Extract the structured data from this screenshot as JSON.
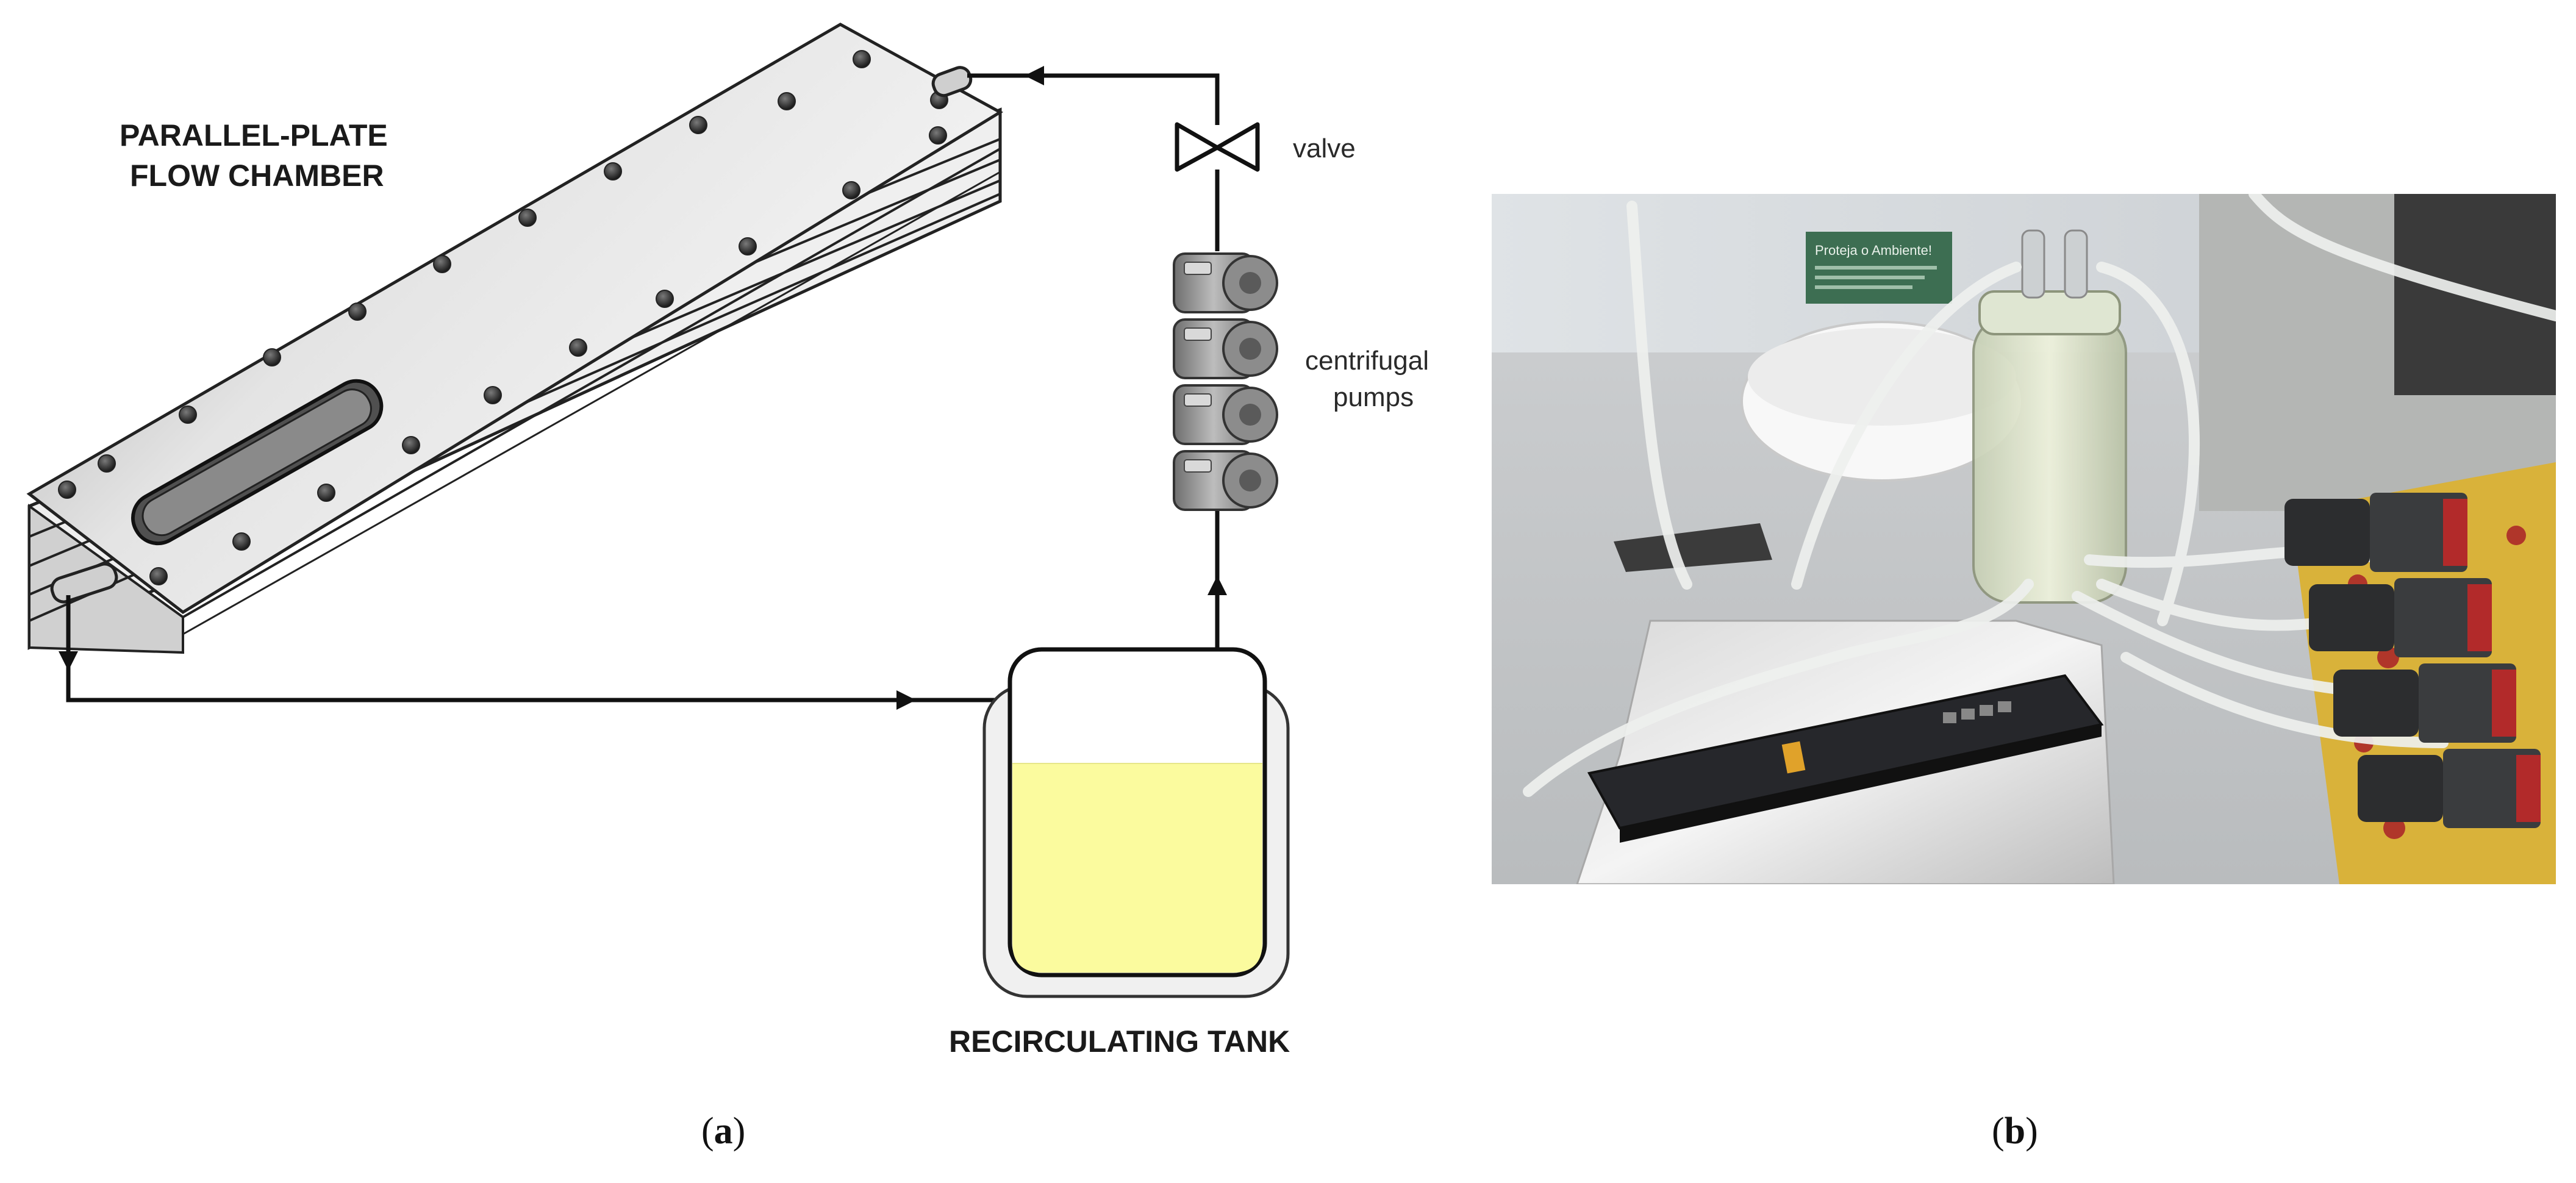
{
  "panel_a": {
    "chamber_label_line1": "PARALLEL-PLATE",
    "chamber_label_line2": "FLOW CHAMBER",
    "valve_label": "valve",
    "pumps_label_line1": "centrifugal",
    "pumps_label_line2": "pumps",
    "tank_label": "RECIRCULATING TANK",
    "caption_letter": "a"
  },
  "panel_b": {
    "caption_letter": "b",
    "sign_text": "Proteja o Ambiente!"
  },
  "colors": {
    "line": "#111111",
    "tank_fluid": "#fbfb9e",
    "chamber_plate": "#d6d6d6",
    "pump_body": "#9a9a9a"
  }
}
